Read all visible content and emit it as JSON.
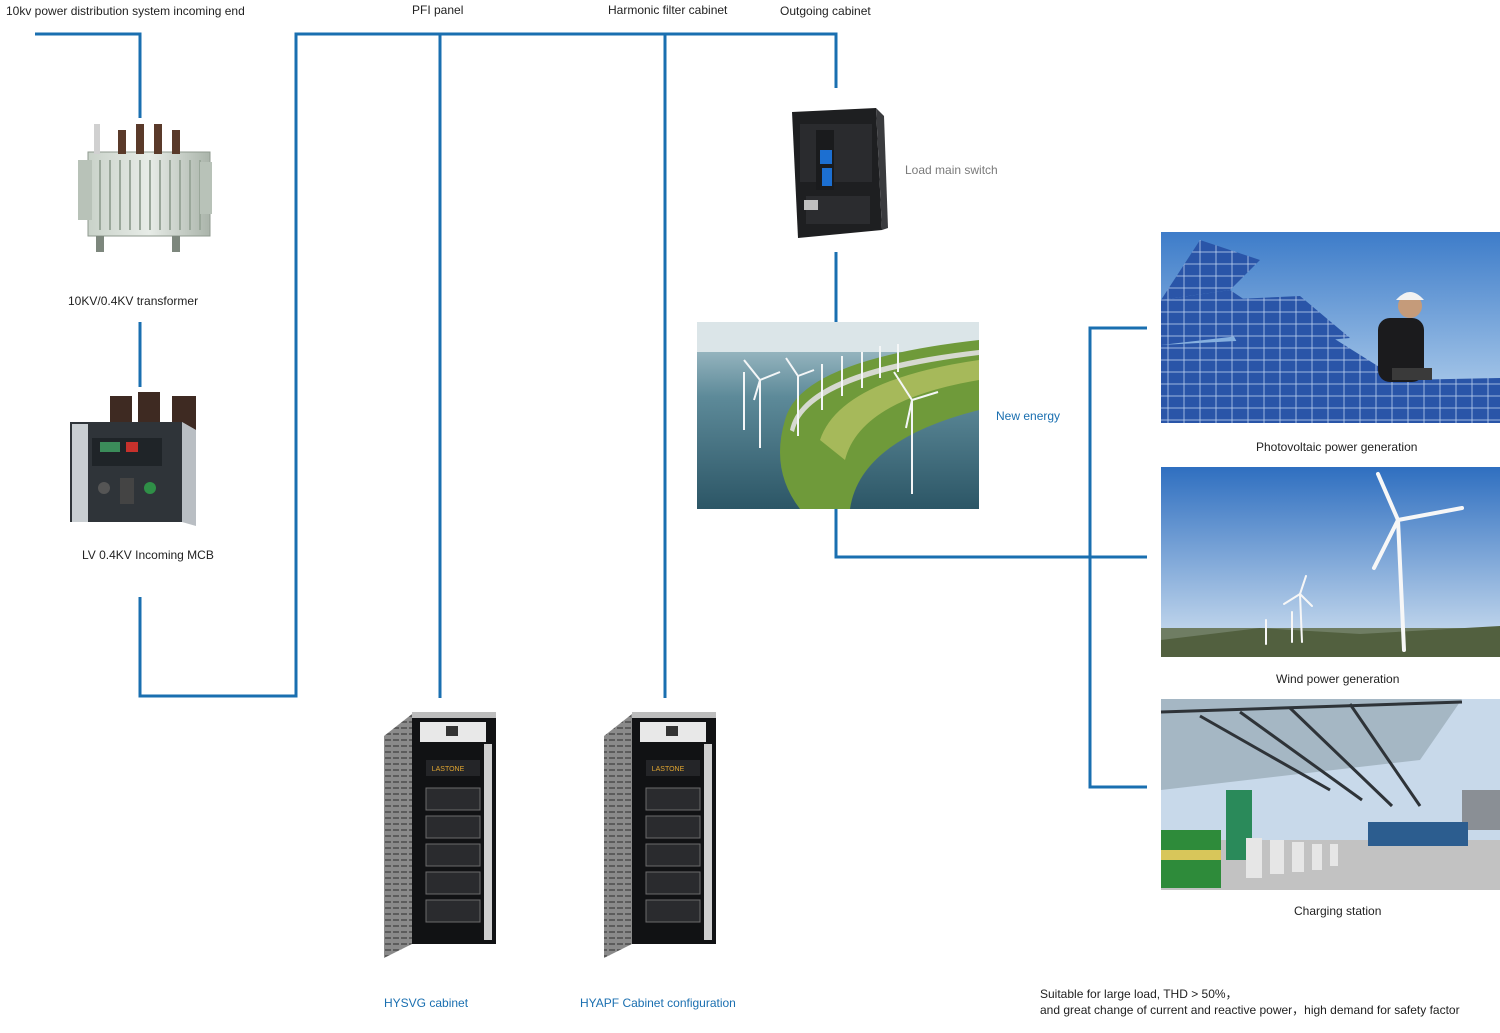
{
  "colors": {
    "line": "#1a6fb0",
    "label_text": "#222222",
    "label_blue": "#1a6fb0",
    "label_grey": "#7a7a7a"
  },
  "labels": {
    "incoming_end": "10kv power distribution system incoming end",
    "pfi_panel": "PFI panel",
    "harmonic_filter": "Harmonic filter cabinet",
    "outgoing_cabinet": "Outgoing cabinet",
    "transformer": "10KV/0.4KV transformer",
    "mcb": "LV 0.4KV Incoming MCB",
    "load_switch": "Load main switch",
    "new_energy": "New energy",
    "photovoltaic": "Photovoltaic power generation",
    "wind_power": "Wind power generation",
    "charging_station": "Charging station",
    "hysvg": "HYSVG cabinet",
    "hyapf": "HYAPF Cabinet configuration"
  },
  "cabinet_brand": "LASTONE",
  "note": {
    "line1": "Suitable for large load, THD > 50%，",
    "line2": "and great change of current and reactive power，high demand for safety factor"
  }
}
